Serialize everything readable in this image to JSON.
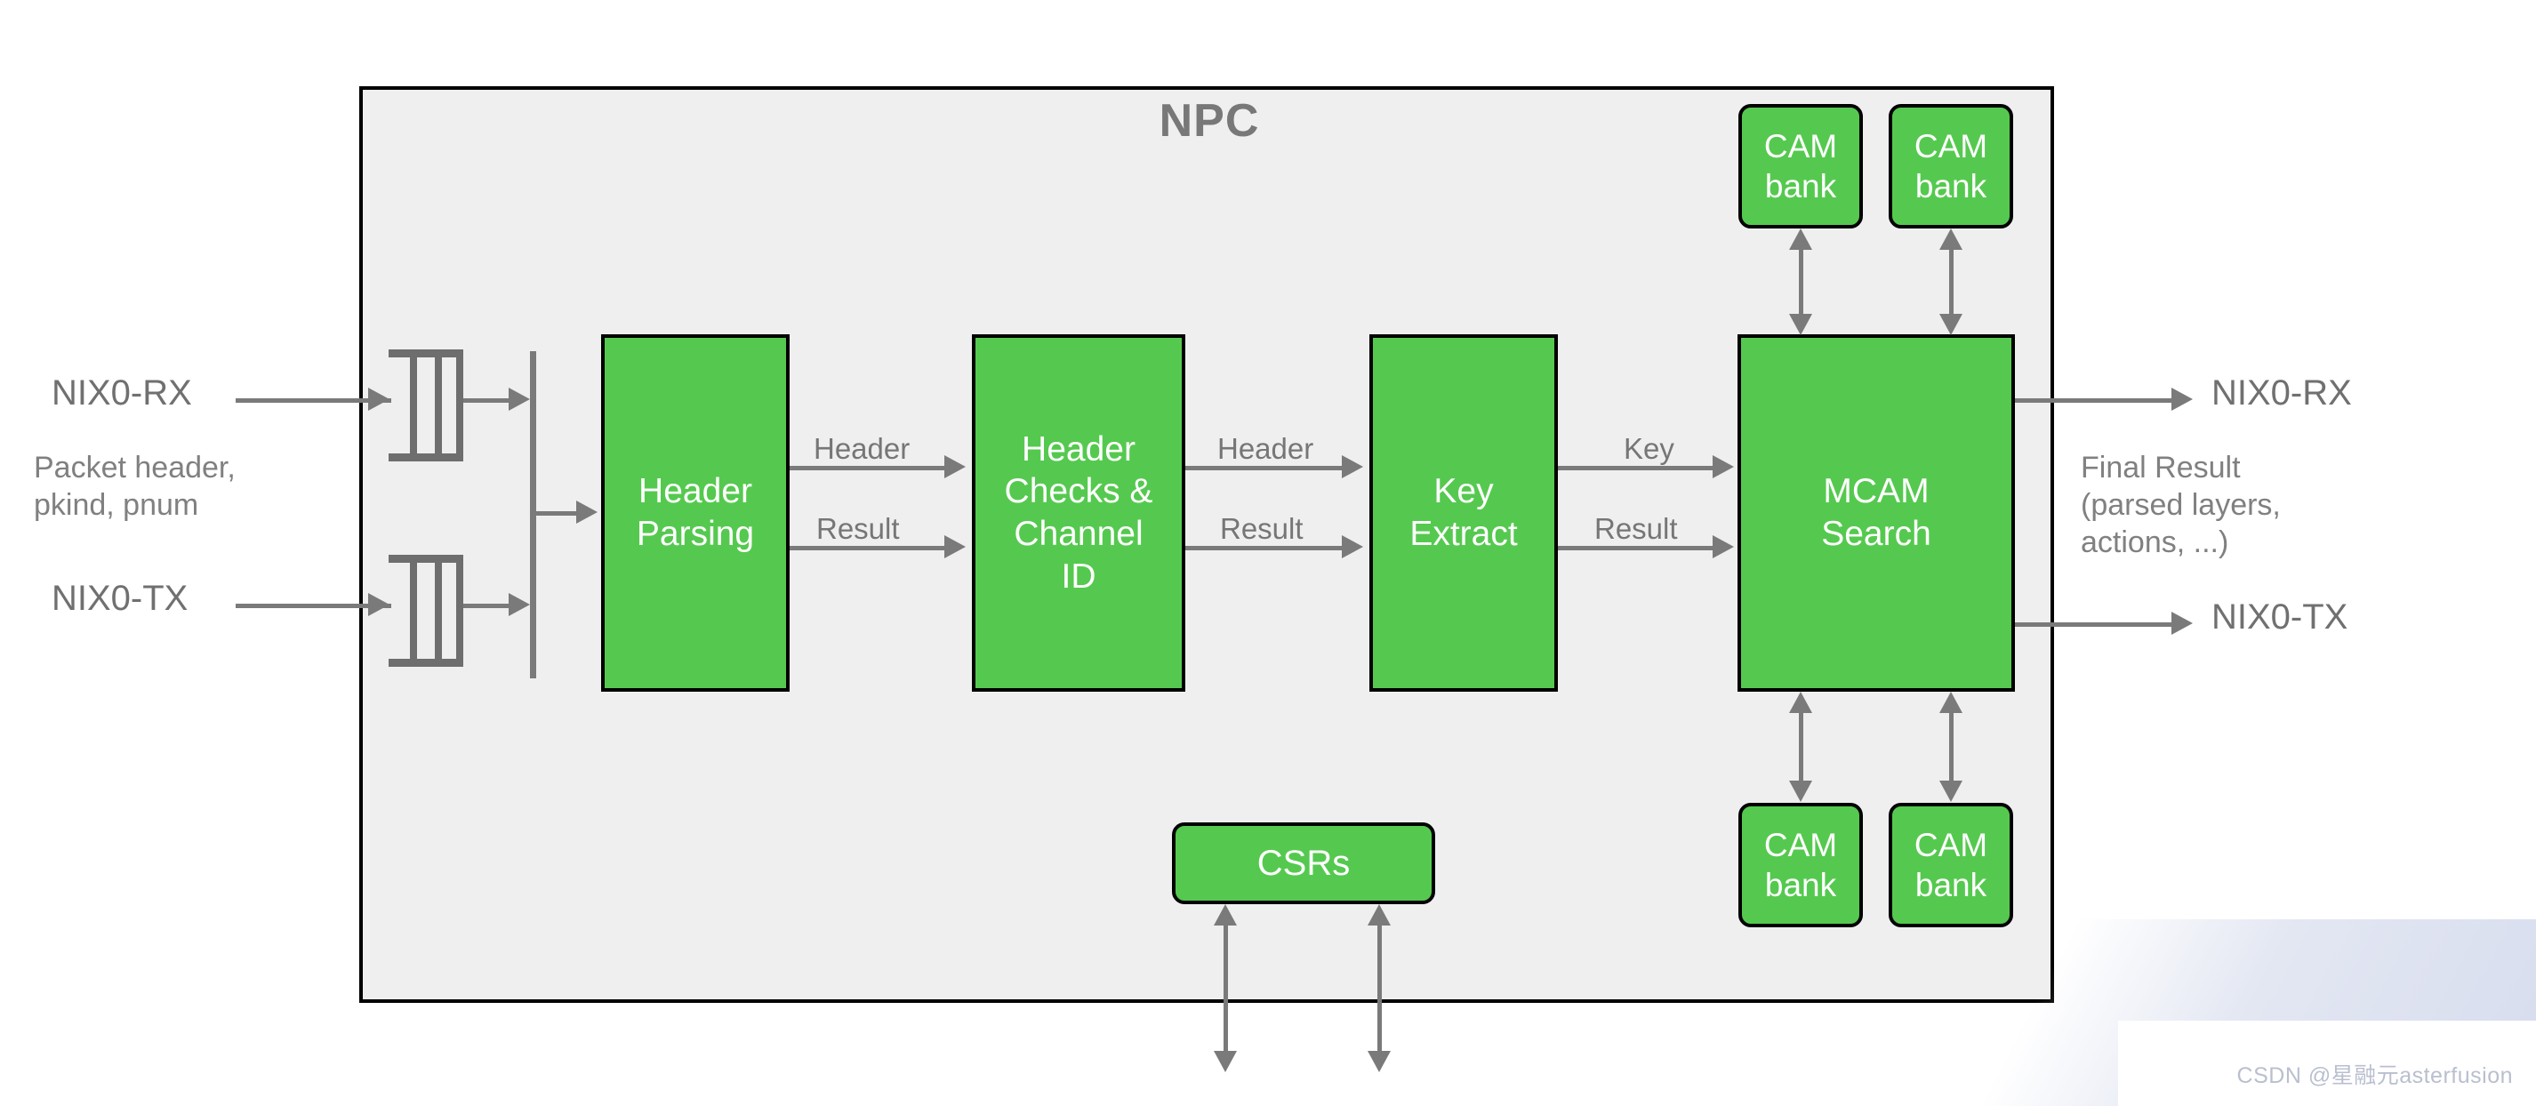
{
  "diagram": {
    "title": "NPC",
    "container_bg": "#efefef",
    "block_color": "#55c94f",
    "line_color": "#7a7a7a"
  },
  "inputs": [
    {
      "label": "NIX0-RX",
      "name": "input-nix0-rx"
    },
    {
      "label": "NIX0-TX",
      "name": "input-nix0-tx"
    }
  ],
  "input_note": "Packet header,\npkind, pnum",
  "outputs": [
    {
      "label": "NIX0-RX",
      "name": "output-nix0-rx"
    },
    {
      "label": "NIX0-TX",
      "name": "output-nix0-tx"
    }
  ],
  "output_note": "Final Result\n(parsed layers,\nactions, ...)",
  "pipeline": [
    {
      "label": "Header\nParsing",
      "name": "header-parsing"
    },
    {
      "label": "Header\nChecks &\nChannel\nID",
      "name": "header-checks-channel-id"
    },
    {
      "label": "Key\nExtract",
      "name": "key-extract"
    },
    {
      "label": "MCAM\nSearch",
      "name": "mcam-search"
    }
  ],
  "flow_labels": [
    {
      "text": "Header",
      "name": "flow-header-1"
    },
    {
      "text": "Result",
      "name": "flow-result-1"
    },
    {
      "text": "Header",
      "name": "flow-header-2"
    },
    {
      "text": "Result",
      "name": "flow-result-2"
    },
    {
      "text": "Key",
      "name": "flow-key"
    },
    {
      "text": "Result",
      "name": "flow-result-3"
    }
  ],
  "cam_banks": [
    {
      "label": "CAM\nbank",
      "name": "cam-bank-top-left"
    },
    {
      "label": "CAM\nbank",
      "name": "cam-bank-top-right"
    },
    {
      "label": "CAM\nbank",
      "name": "cam-bank-bottom-left"
    },
    {
      "label": "CAM\nbank",
      "name": "cam-bank-bottom-right"
    }
  ],
  "csrs": {
    "label": "CSRs",
    "name": "csrs"
  },
  "watermark": "CSDN @星融元asterfusion"
}
